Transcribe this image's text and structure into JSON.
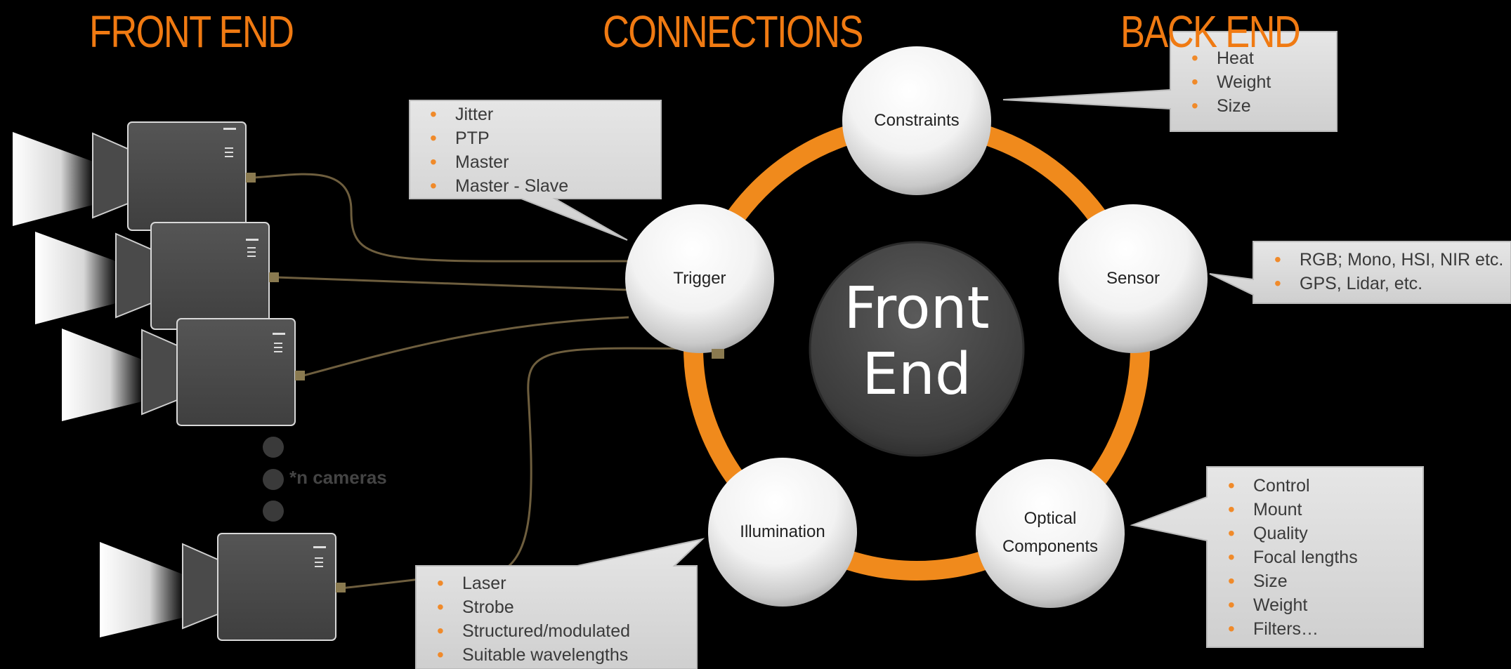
{
  "headings": {
    "front_end": "FRONT END",
    "connections": "CONNECTIONS",
    "back_end": "BACK END"
  },
  "center": {
    "line1": "Front",
    "line2": "End"
  },
  "nodes": {
    "constraints": "Constraints",
    "sensor": "Sensor",
    "optical_line1": "Optical",
    "optical_line2": "Components",
    "illumination": "Illumination",
    "trigger": "Trigger"
  },
  "callouts": {
    "constraints": [
      "Heat",
      "Weight",
      "Size"
    ],
    "trigger": [
      "Jitter",
      "PTP",
      "Master",
      "Master - Slave"
    ],
    "sensor": [
      "RGB; Mono, HSI, NIR etc.",
      "GPS, Lidar, etc."
    ],
    "optical": [
      "Control",
      "Mount",
      "Quality",
      "Focal lengths",
      "Size",
      "Weight",
      "Filters…"
    ],
    "illumination": [
      "Laser",
      "Strobe",
      "Structured/modulated",
      "Suitable wavelengths"
    ]
  },
  "cameras_note": "*n cameras",
  "colors": {
    "accent": "#f07a12",
    "ring": "#f08a1c",
    "callout": "#d8d8d8",
    "camera_body": "#4a4a4a",
    "cable": "#6e5e3e"
  }
}
